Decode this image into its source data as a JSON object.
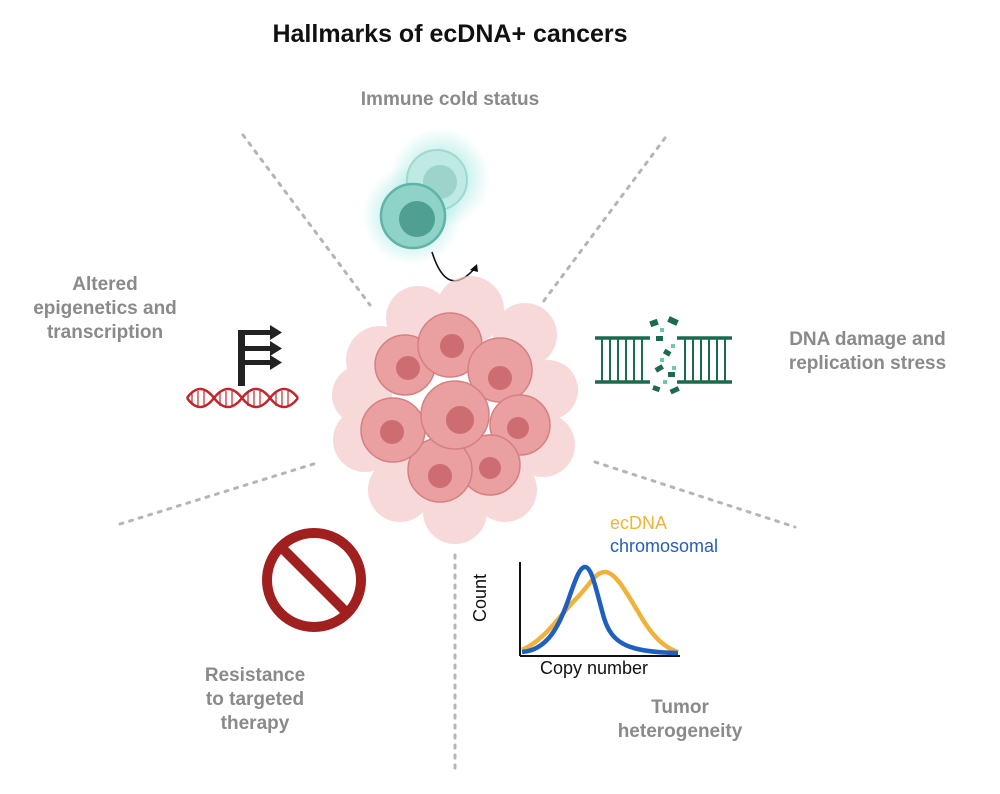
{
  "title": "Hallmarks of ecDNA+ cancers",
  "hallmarks": {
    "immune": "Immune cold status",
    "epigenetics_line1": "Altered",
    "epigenetics_line2": "epigenetics and",
    "epigenetics_line3": "transcription",
    "dna_line1": "DNA damage and",
    "dna_line2": "replication stress",
    "resistance_line1": "Resistance",
    "resistance_line2": "to targeted",
    "resistance_line3": "therapy",
    "tumor_line1": "Tumor",
    "tumor_line2": "heterogeneity"
  },
  "icons": [
    "t-cell-icon",
    "dna-helix-icon",
    "transcription-flag-icon",
    "broken-dna-icon",
    "prohibited-icon",
    "tumor-cluster-icon"
  ],
  "colors": {
    "title": "#111111",
    "label": "#8a8a8a",
    "ecdna": "#f0b23a",
    "chromosomal": "#1f5fbf",
    "tumor": "#e88c8c",
    "dna_green": "#1d6b4f",
    "prohibit_red": "#a01f1f",
    "helix_red": "#c0262b"
  },
  "chart_data": {
    "type": "line",
    "xlabel": "Copy number",
    "ylabel": "Count",
    "series": [
      {
        "name": "ecDNA",
        "shape": "broad distribution"
      },
      {
        "name": "chromosomal",
        "shape": "narrow distribution"
      }
    ]
  }
}
